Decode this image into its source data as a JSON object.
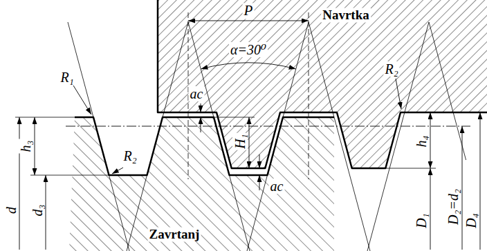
{
  "diagram": {
    "labels": [
      "P",
      "Navrtka",
      "α=30⁰",
      "R₁",
      "R₂",
      "ac",
      "H₁",
      "ac",
      "h₃",
      "R₂",
      "h₄",
      "d",
      "d₃",
      "Zavrtanj",
      "D₁",
      "D₂=d₂",
      "D₄"
    ]
  }
}
